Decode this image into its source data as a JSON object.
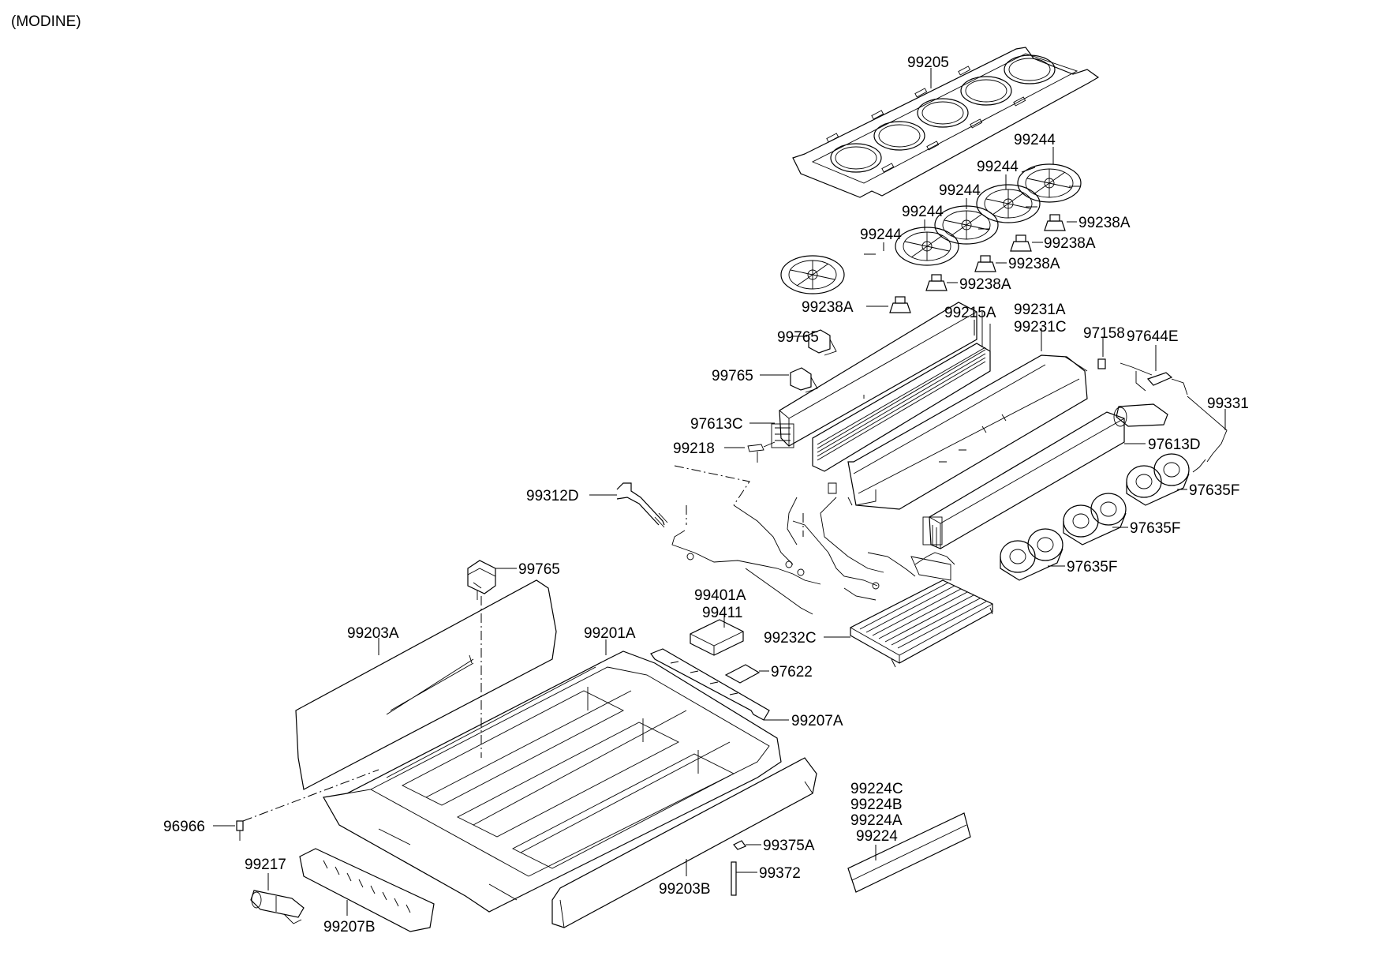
{
  "header": "(MODINE)",
  "labels": {
    "p99205": "99205",
    "p99244_1": "99244",
    "p99244_2": "99244",
    "p99244_3": "99244",
    "p99244_4": "99244",
    "p99244_5": "99244",
    "p99238A_1": "99238A",
    "p99238A_2": "99238A",
    "p99238A_3": "99238A",
    "p99238A_4": "99238A",
    "p99238A_5": "99238A",
    "p99215A": "99215A",
    "p99231A": "99231A",
    "p99231C": "99231C",
    "p97158": "97158",
    "p97644E": "97644E",
    "p99765_1": "99765",
    "p99765_2": "99765",
    "p99765_3": "99765",
    "p97613C": "97613C",
    "p99218": "99218",
    "p99331": "99331",
    "p97613D": "97613D",
    "p99312D": "99312D",
    "p97635F_1": "97635F",
    "p97635F_2": "97635F",
    "p97635F_3": "97635F",
    "p99401A": "99401A",
    "p99411": "99411",
    "p99203A": "99203A",
    "p99201A": "99201A",
    "p99232C": "99232C",
    "p97622": "97622",
    "p99207A": "99207A",
    "p96966": "96966",
    "p99224C": "99224C",
    "p99224B": "99224B",
    "p99224A": "99224A",
    "p99224": "99224",
    "p99217": "99217",
    "p99375A": "99375A",
    "p99372": "99372",
    "p99203B": "99203B",
    "p99207B": "99207B"
  }
}
